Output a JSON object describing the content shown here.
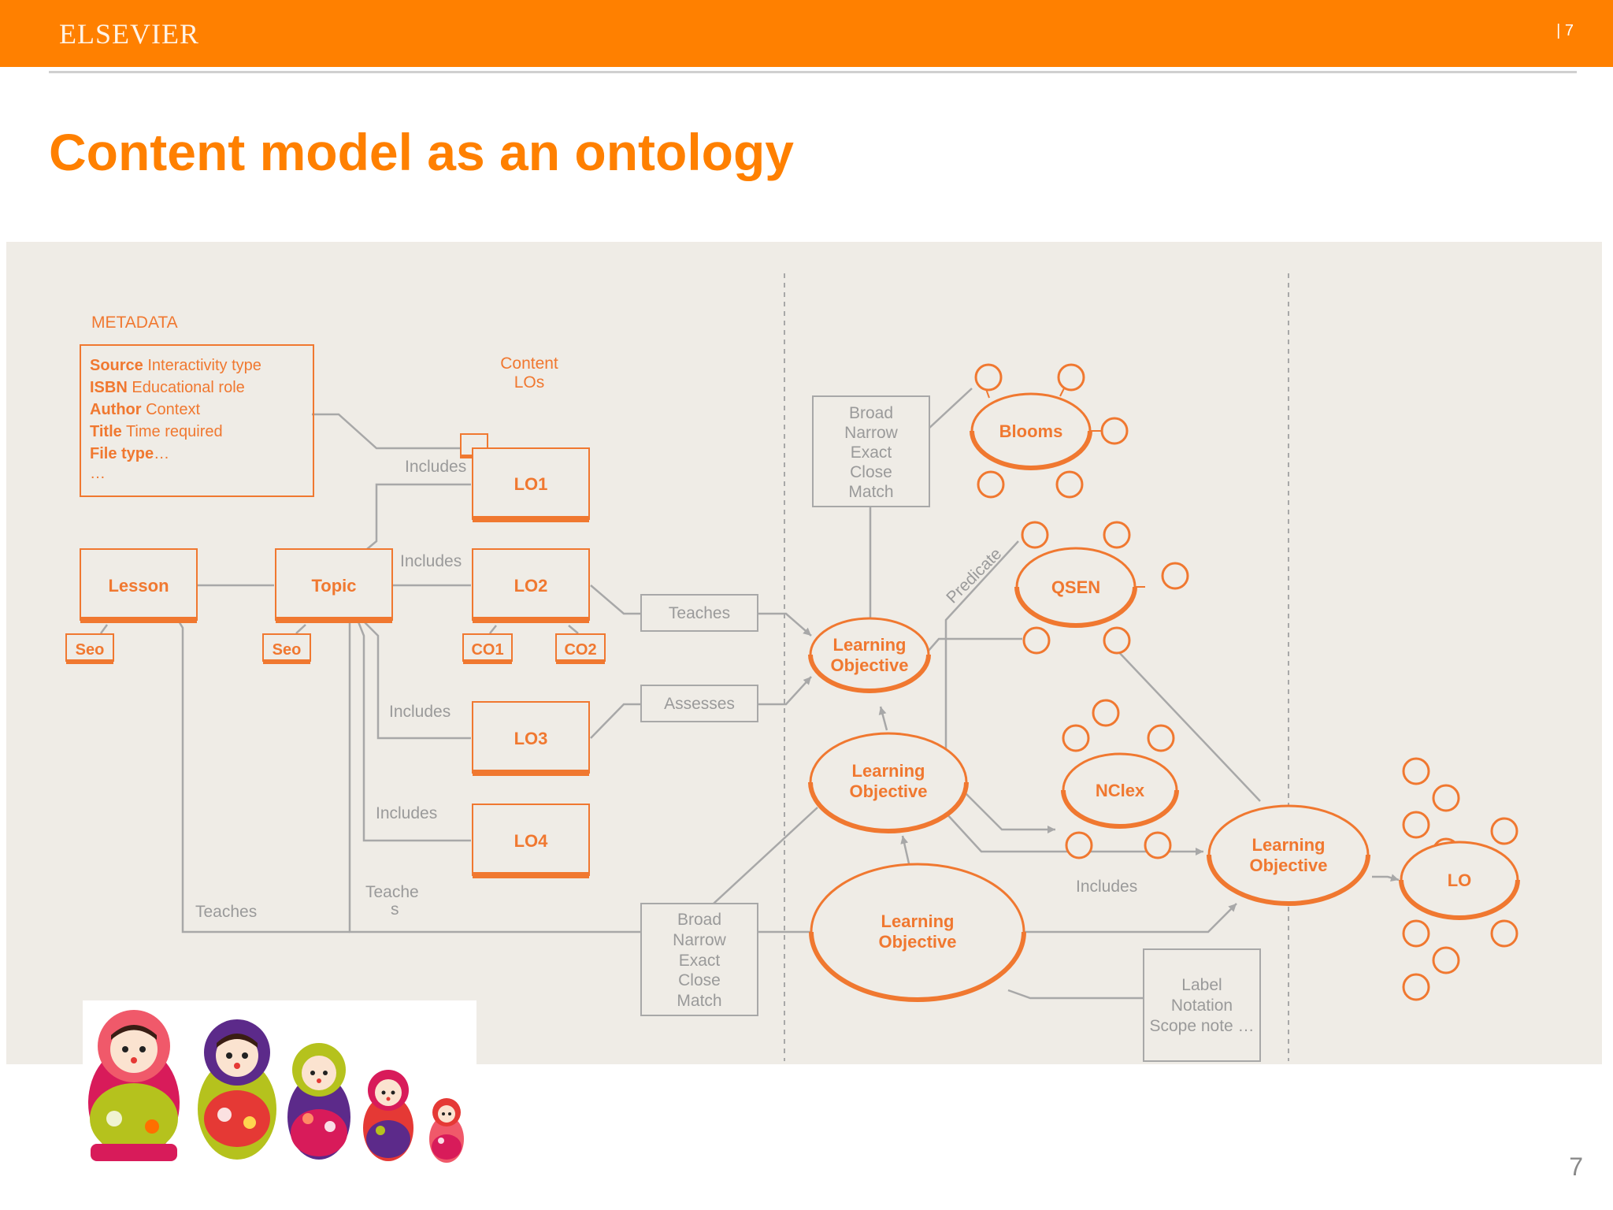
{
  "header": {
    "logo": "ELSEVIER",
    "page_marker": "| 7"
  },
  "slide": {
    "title": "Content model as an ontology",
    "page_number": "7"
  },
  "metadata": {
    "heading": "METADATA",
    "rows": [
      {
        "bold": "Source",
        "text": " Interactivity type"
      },
      {
        "bold": "ISBN",
        "text": " Educational role"
      },
      {
        "bold": "Author",
        "text": " Context"
      },
      {
        "bold": "Title",
        "text": " Time required"
      },
      {
        "bold": "File type",
        "text": "…"
      },
      {
        "bold": "",
        "text": "…"
      }
    ]
  },
  "content_los_label": [
    "Content",
    "LOs"
  ],
  "nodes": {
    "lesson": "Lesson",
    "topic": "Topic",
    "lo1": "LO1",
    "lo2": "LO2",
    "lo3": "LO3",
    "lo4": "LO4",
    "seo": "Seo",
    "co1": "CO1",
    "co2": "CO2",
    "learning_objective": [
      "Learning",
      "Objective"
    ],
    "blooms": "Blooms",
    "qsen": "QSEN",
    "nclex": "NClex",
    "lo": "LO"
  },
  "edge_labels": {
    "includes": "Includes",
    "teaches": "Teaches",
    "assesses": "Assesses",
    "predicate": "Predicate",
    "teache_s": [
      "Teache",
      "s"
    ]
  },
  "relation_lists": {
    "match_types": [
      "Broad",
      "Narrow",
      "Exact",
      "Close",
      "Match"
    ],
    "label_notation": [
      "Label",
      "Notation",
      "Scope note …"
    ]
  },
  "colors": {
    "brand": "#ff8000",
    "node_stroke": "#f07830",
    "edge": "#a8a8a8",
    "panel": "#efece6"
  }
}
